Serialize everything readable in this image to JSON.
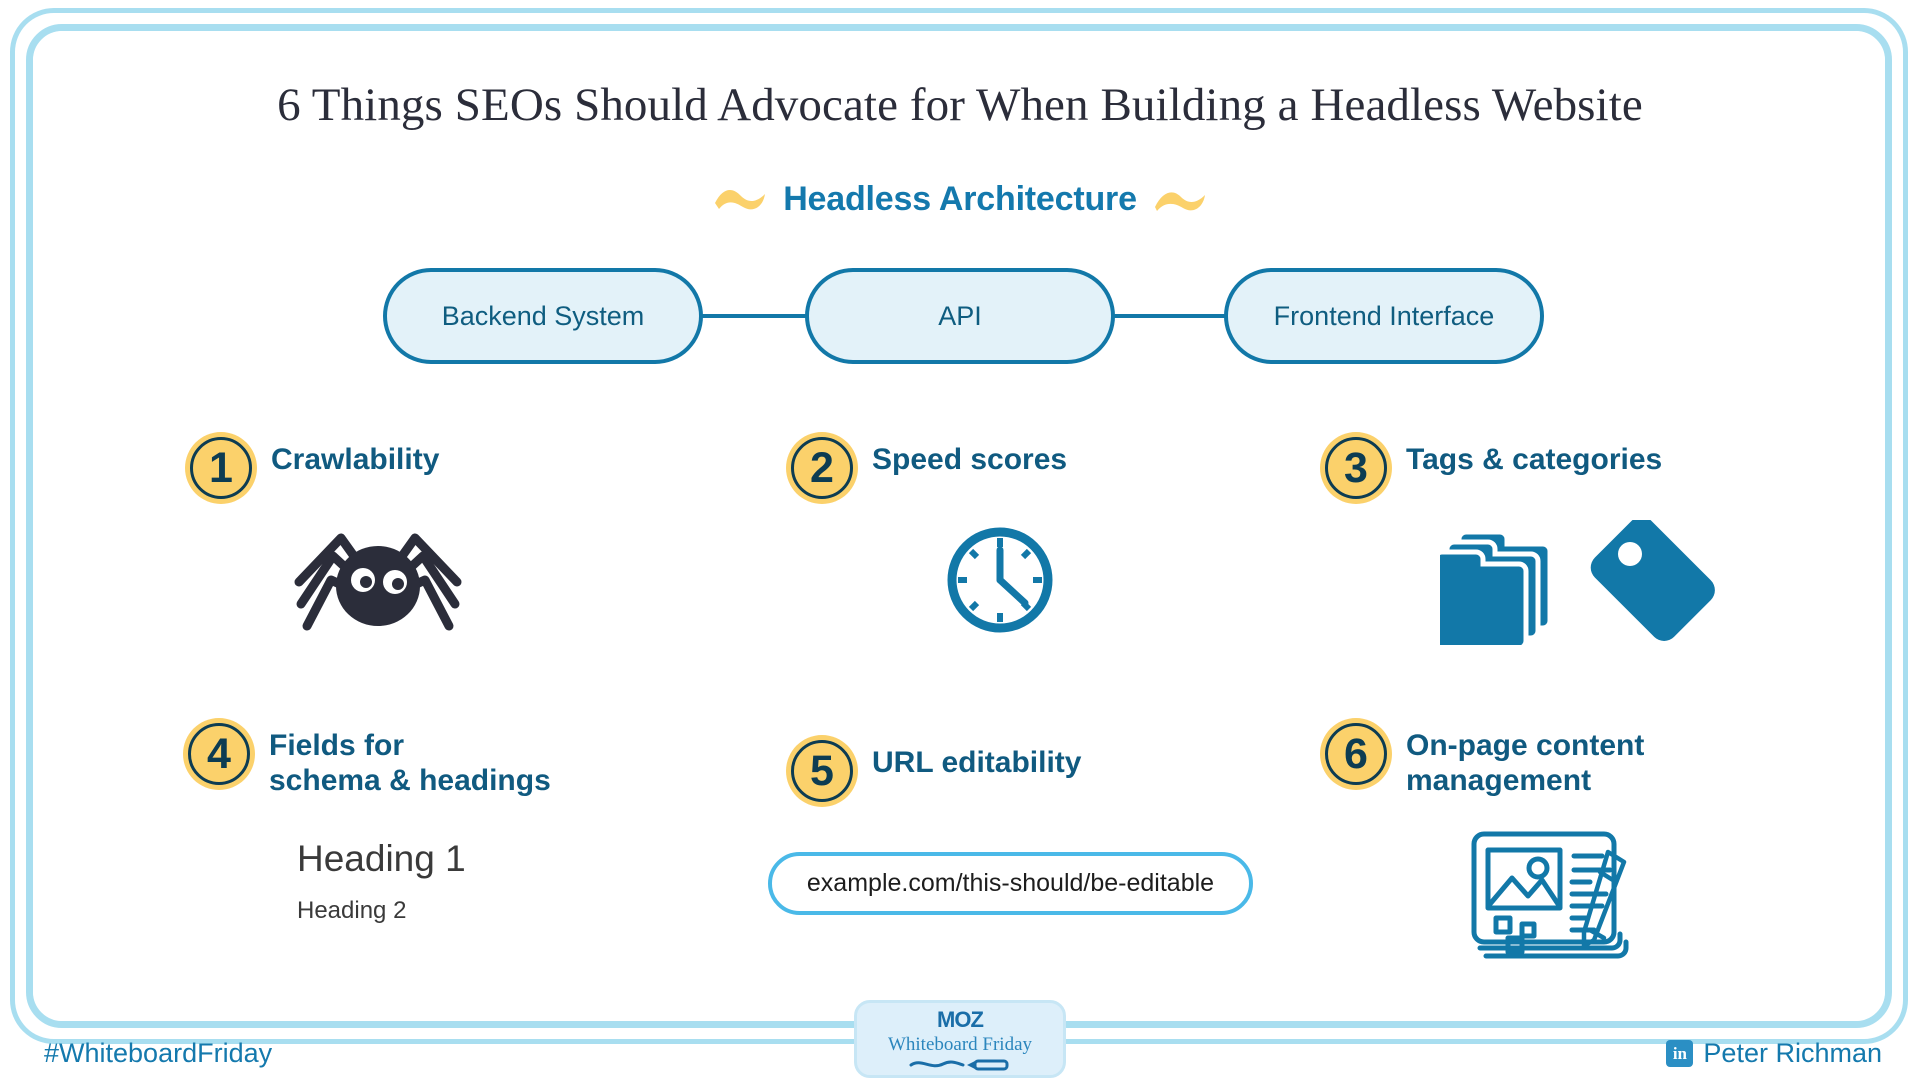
{
  "page": {
    "title": "6 Things SEOs Should Advocate for When Building a Headless Website"
  },
  "architecture": {
    "heading": "Headless Architecture",
    "left_swash_icon": "yellow-swash-icon",
    "right_swash_icon": "yellow-swash-icon",
    "nodes": [
      {
        "label": "Backend System"
      },
      {
        "label": "API"
      },
      {
        "label": "Frontend Interface"
      }
    ]
  },
  "items": [
    {
      "number": "1",
      "title": "Crawlability",
      "icon": "spider-icon"
    },
    {
      "number": "2",
      "title": "Speed scores",
      "icon": "clock-icon"
    },
    {
      "number": "3",
      "title": "Tags & categories",
      "icon": "folders-and-tag-icon"
    },
    {
      "number": "4",
      "title": "Fields for\nschema & headings",
      "icon": "none"
    },
    {
      "number": "5",
      "title": "URL editability",
      "icon": "none"
    },
    {
      "number": "6",
      "title": "On-page content\nmanagement",
      "icon": "content-editor-icon"
    }
  ],
  "heading_samples": {
    "heading_1": "Heading 1",
    "heading_2": "Heading 2"
  },
  "url_field": {
    "value": "example.com/this-should/be-editable"
  },
  "footer": {
    "hashtag": "#WhiteboardFriday",
    "author": "Peter Richman",
    "author_icon": "linkedin-icon",
    "author_icon_glyph": "in",
    "moz_wordmark": "MOZ",
    "moz_subtitle": "Whiteboard Friday",
    "moz_marker_icon": "marker-squiggle-icon"
  },
  "colors": {
    "frame_blue": "#a8def0",
    "title_navy": "#2b2d3a",
    "accent_blue": "#1479ad",
    "deep_blue": "#105a80",
    "node_fill": "#e3f2f9",
    "node_stroke": "#1278a8",
    "badge_yellow": "#fbd16b",
    "badge_navy": "#0d3c52",
    "swash_yellow": "#fbd16b",
    "icon_blue": "#1278a8",
    "spider_dark": "#2b2d3a",
    "pill_border": "#4ab9e8"
  }
}
